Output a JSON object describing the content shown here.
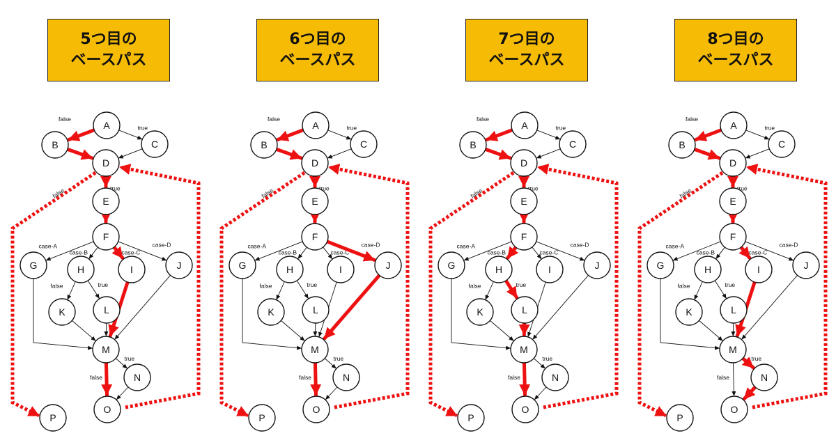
{
  "panels": [
    {
      "title_line1": "5つ目の",
      "title_line2": "ベースパス",
      "red_edges": [
        "A-B",
        "B-D",
        "D-E",
        "E-F",
        "F-I",
        "I-M",
        "M-O"
      ],
      "red_labels": [
        "false"
      ]
    },
    {
      "title_line1": "6つ目の",
      "title_line2": "ベースパス",
      "red_edges": [
        "A-B",
        "B-D",
        "D-E",
        "E-F",
        "F-J",
        "J-M",
        "M-O"
      ],
      "red_labels": [
        "false"
      ]
    },
    {
      "title_line1": "7つ目の",
      "title_line2": "ベースパス",
      "red_edges": [
        "A-B",
        "B-D",
        "D-E",
        "E-F",
        "F-H",
        "H-L",
        "L-M",
        "M-O"
      ],
      "red_labels": [
        "false"
      ]
    },
    {
      "title_line1": "8つ目の",
      "title_line2": "ベースパス",
      "red_edges": [
        "A-B",
        "B-D",
        "D-E",
        "E-F",
        "F-I",
        "I-M",
        "M-N",
        "N-O"
      ],
      "red_labels": [
        "false"
      ]
    }
  ],
  "nodes": [
    "A",
    "B",
    "C",
    "D",
    "E",
    "F",
    "G",
    "H",
    "I",
    "J",
    "K",
    "L",
    "M",
    "N",
    "O",
    "P"
  ],
  "edges": [
    {
      "from": "A",
      "to": "B",
      "label": "false"
    },
    {
      "from": "A",
      "to": "C",
      "label": "true"
    },
    {
      "from": "B",
      "to": "D",
      "label": ""
    },
    {
      "from": "C",
      "to": "D",
      "label": ""
    },
    {
      "from": "D",
      "to": "E",
      "label": "true"
    },
    {
      "from": "E",
      "to": "F",
      "label": ""
    },
    {
      "from": "F",
      "to": "G",
      "label": "case-A"
    },
    {
      "from": "F",
      "to": "H",
      "label": "case-B"
    },
    {
      "from": "F",
      "to": "I",
      "label": "case-C"
    },
    {
      "from": "F",
      "to": "J",
      "label": "case-D"
    },
    {
      "from": "H",
      "to": "K",
      "label": "false"
    },
    {
      "from": "H",
      "to": "L",
      "label": "true"
    },
    {
      "from": "G",
      "to": "M",
      "label": ""
    },
    {
      "from": "K",
      "to": "M",
      "label": ""
    },
    {
      "from": "L",
      "to": "M",
      "label": ""
    },
    {
      "from": "I",
      "to": "M",
      "label": ""
    },
    {
      "from": "J",
      "to": "M",
      "label": ""
    },
    {
      "from": "M",
      "to": "N",
      "label": "true"
    },
    {
      "from": "M",
      "to": "O",
      "label": "false"
    },
    {
      "from": "N",
      "to": "O",
      "label": ""
    }
  ],
  "d_false_label": "false",
  "colors": {
    "title_bg": "#f6bc05",
    "path": "#ee1111",
    "edge": "#111111"
  }
}
